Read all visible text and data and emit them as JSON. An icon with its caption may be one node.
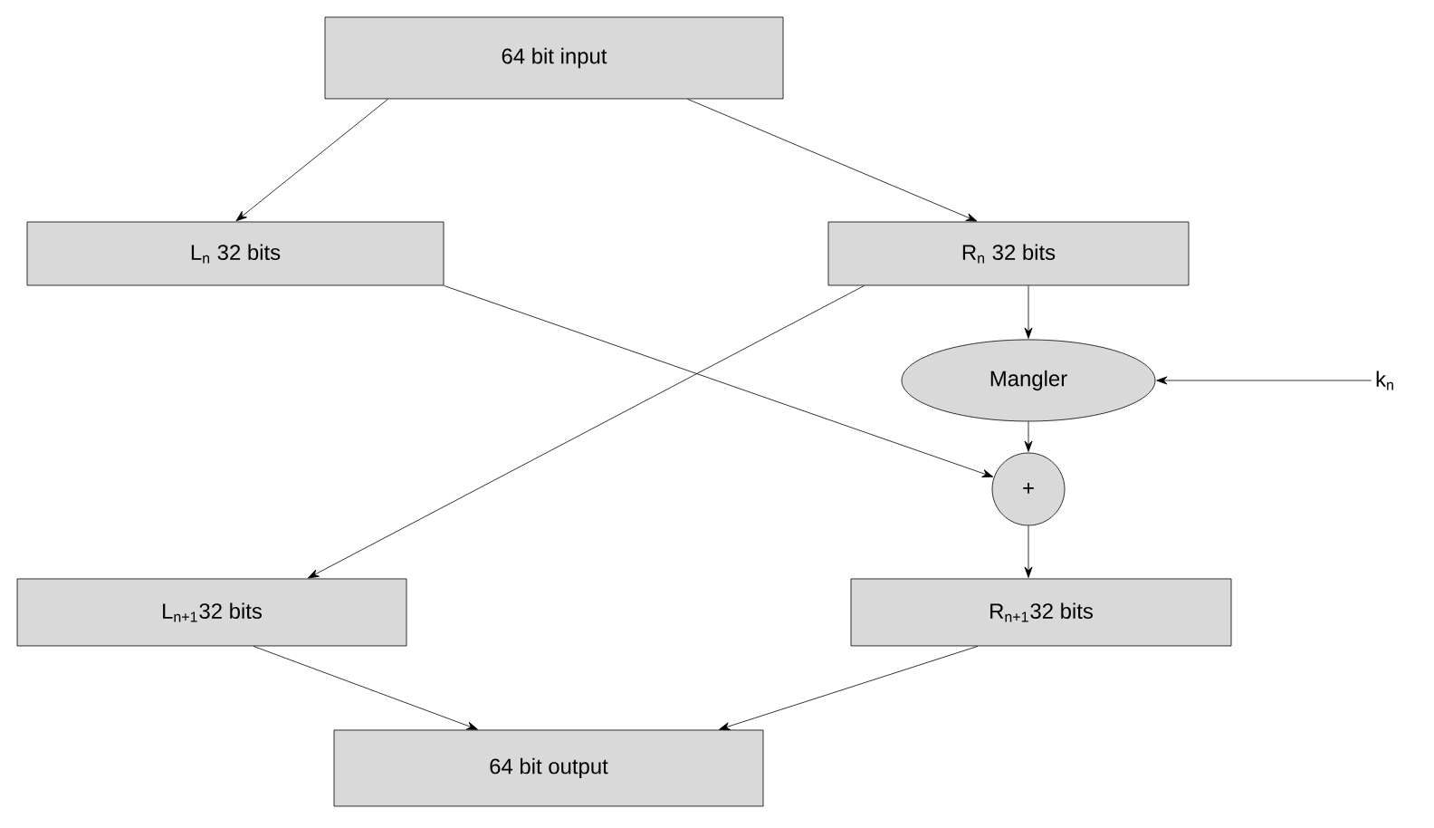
{
  "diagram": {
    "nodes": [
      {
        "text": [
          "64 bit input"
        ]
      },
      {
        "text": [
          "L$_{n}$ 32 bits"
        ]
      },
      {
        "text": [
          "R$_{n}$ 32 bits"
        ]
      },
      {
        "text": [
          "Mangler"
        ]
      },
      {
        "text": [
          "k$_{n}$"
        ]
      },
      {
        "text": [
          "+"
        ]
      },
      {
        "text": [
          "L$_{n+1}$32 bits"
        ]
      },
      {
        "text": [
          "R$_{n+1}$32 bits"
        ]
      },
      {
        "text": [
          "64 bit output"
        ]
      }
    ],
    "edges": [
      {
        "from": 0,
        "to": 1,
        "arrow": "to"
      },
      {
        "from": 0,
        "to": 2,
        "arrow": "to"
      },
      {
        "from": 1,
        "to": 5,
        "arrow": "to"
      },
      {
        "from": 2,
        "to": 6,
        "arrow": "to"
      },
      {
        "from": 2,
        "to": 3,
        "arrow": "to"
      },
      {
        "from": 4,
        "to": 3,
        "arrow": "to"
      },
      {
        "from": 3,
        "to": 5,
        "arrow": "to"
      },
      {
        "from": 5,
        "to": 7,
        "arrow": "to"
      },
      {
        "from": 6,
        "to": 8,
        "arrow": "to"
      },
      {
        "from": 7,
        "to": 8,
        "arrow": "to"
      }
    ]
  }
}
